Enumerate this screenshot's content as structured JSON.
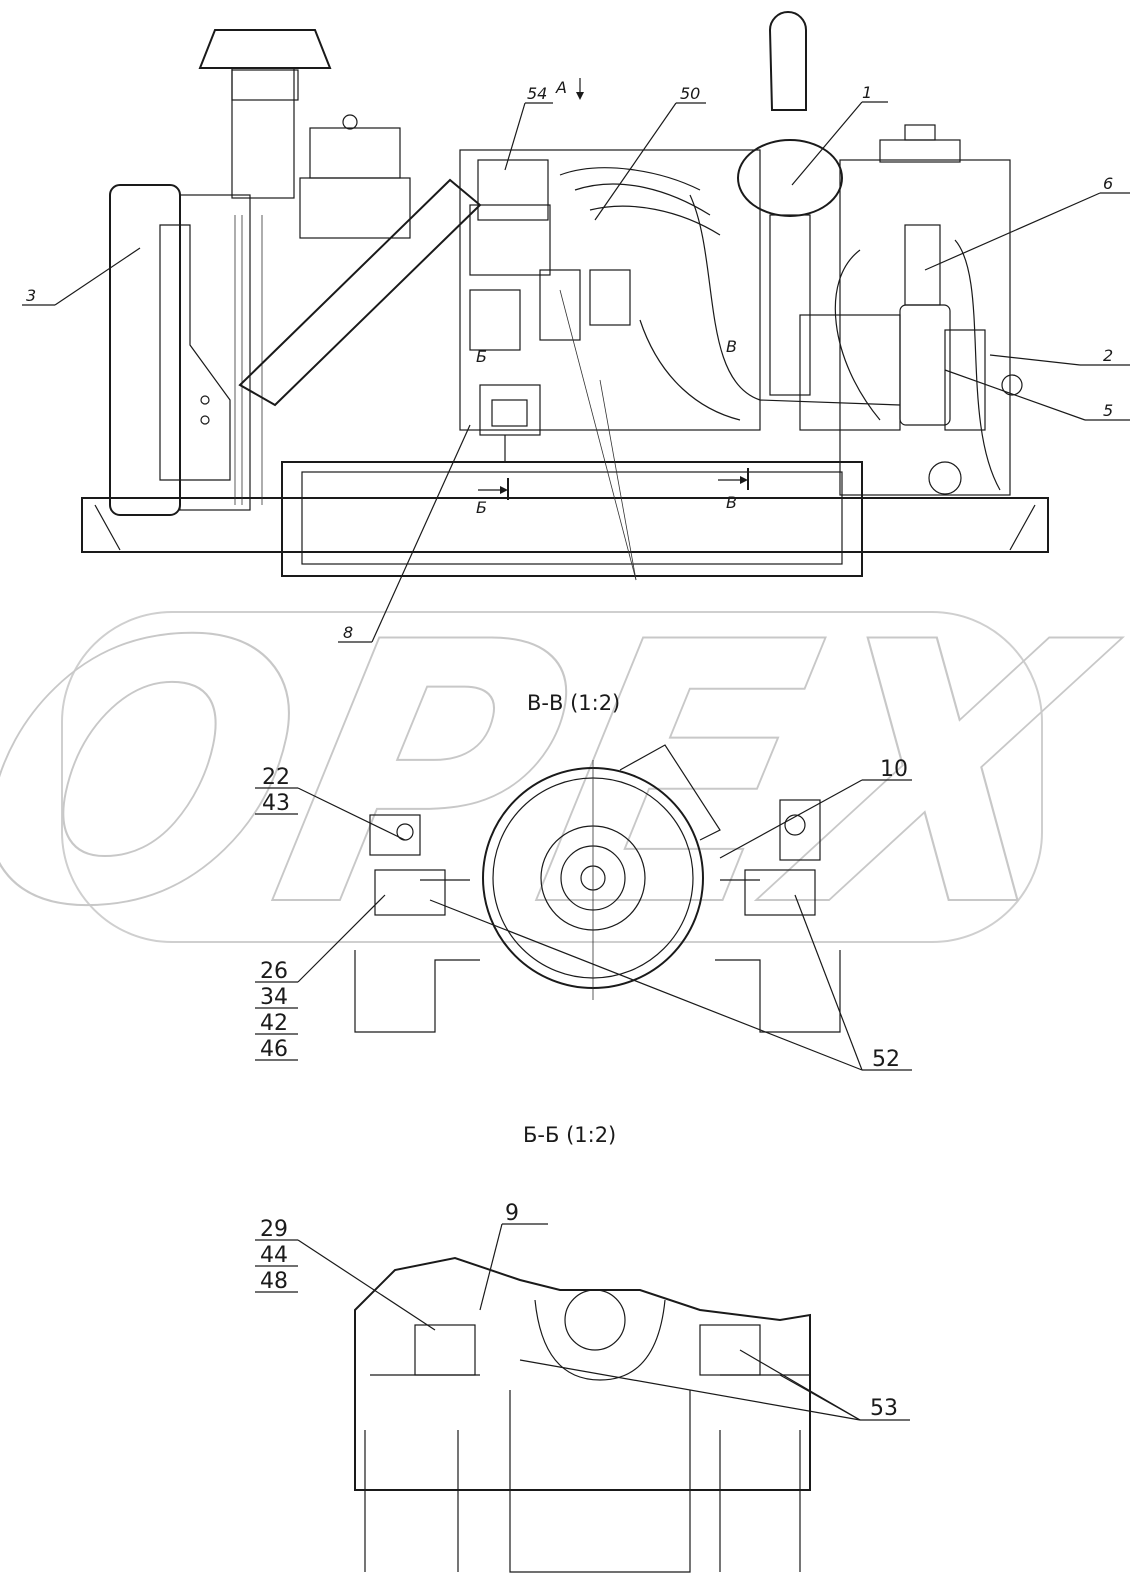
{
  "watermark": "OPEX",
  "section_vv": {
    "title": "В-В (1:2)"
  },
  "section_bb": {
    "title": "Б-Б (1:2)"
  },
  "markers": {
    "view_a": "А",
    "cut_b_top": "Б",
    "cut_b_bottom": "Б",
    "cut_v_top": "В",
    "cut_v_bottom": "В"
  },
  "callouts": {
    "c1": "1",
    "c2": "2",
    "c3": "3",
    "c5": "5",
    "c6": "6",
    "c8": "8",
    "c50": "50",
    "c54": "54",
    "c10": "10",
    "c52": "52",
    "c9": "9",
    "c53": "53",
    "stack_22": [
      "22",
      "43"
    ],
    "stack_26": [
      "26",
      "34",
      "42",
      "46"
    ],
    "stack_29": [
      "29",
      "44",
      "48"
    ]
  }
}
